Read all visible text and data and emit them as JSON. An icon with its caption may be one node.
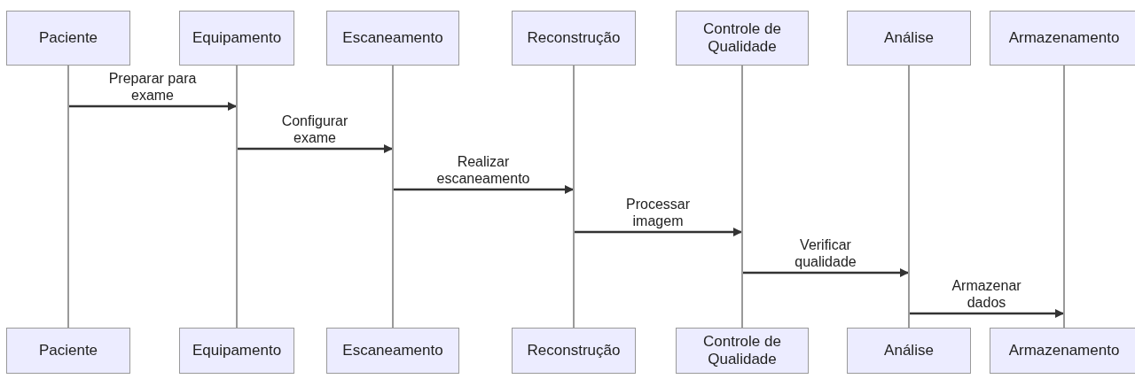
{
  "diagram": {
    "nodes": [
      {
        "text": [
          "Paciente"
        ]
      },
      {
        "text": [
          "Equipamento"
        ]
      },
      {
        "text": [
          "Escaneamento"
        ]
      },
      {
        "text": [
          "Reconstrução"
        ]
      },
      {
        "text": [
          "Controle de Qualidade"
        ]
      },
      {
        "text": [
          "Análise"
        ]
      },
      {
        "text": [
          "Armazenamento"
        ]
      },
      {
        "text": [],
        "shape": "line"
      },
      {
        "text": [],
        "shape": "line"
      },
      {
        "text": [],
        "shape": "line"
      },
      {
        "text": [],
        "shape": "line"
      },
      {
        "text": [],
        "shape": "line"
      },
      {
        "text": [],
        "shape": "line"
      },
      {
        "text": [],
        "shape": "line"
      },
      {
        "text": [
          "Paciente"
        ]
      },
      {
        "text": [
          "Equipamento"
        ]
      },
      {
        "text": [
          "Escaneamento"
        ]
      },
      {
        "text": [
          "Reconstrução"
        ]
      },
      {
        "text": [
          "Controle de Qualidade"
        ]
      },
      {
        "text": [
          "Análise"
        ]
      },
      {
        "text": [
          "Armazenamento"
        ]
      }
    ],
    "edges": [
      {
        "from": 7,
        "to": 8,
        "arrow": "to",
        "label": "Preparar para exame"
      },
      {
        "from": 8,
        "to": 9,
        "arrow": "to",
        "label": "Configurar exame"
      },
      {
        "from": 9,
        "to": 10,
        "arrow": "to",
        "label": "Realizar escaneamento"
      },
      {
        "from": 10,
        "to": 11,
        "arrow": "to",
        "label": "Processar imagem"
      },
      {
        "from": 11,
        "to": 12,
        "arrow": "to",
        "label": "Verificar qualidade"
      },
      {
        "from": 12,
        "to": 13,
        "arrow": "to",
        "label": "Armazenar dados"
      }
    ]
  }
}
